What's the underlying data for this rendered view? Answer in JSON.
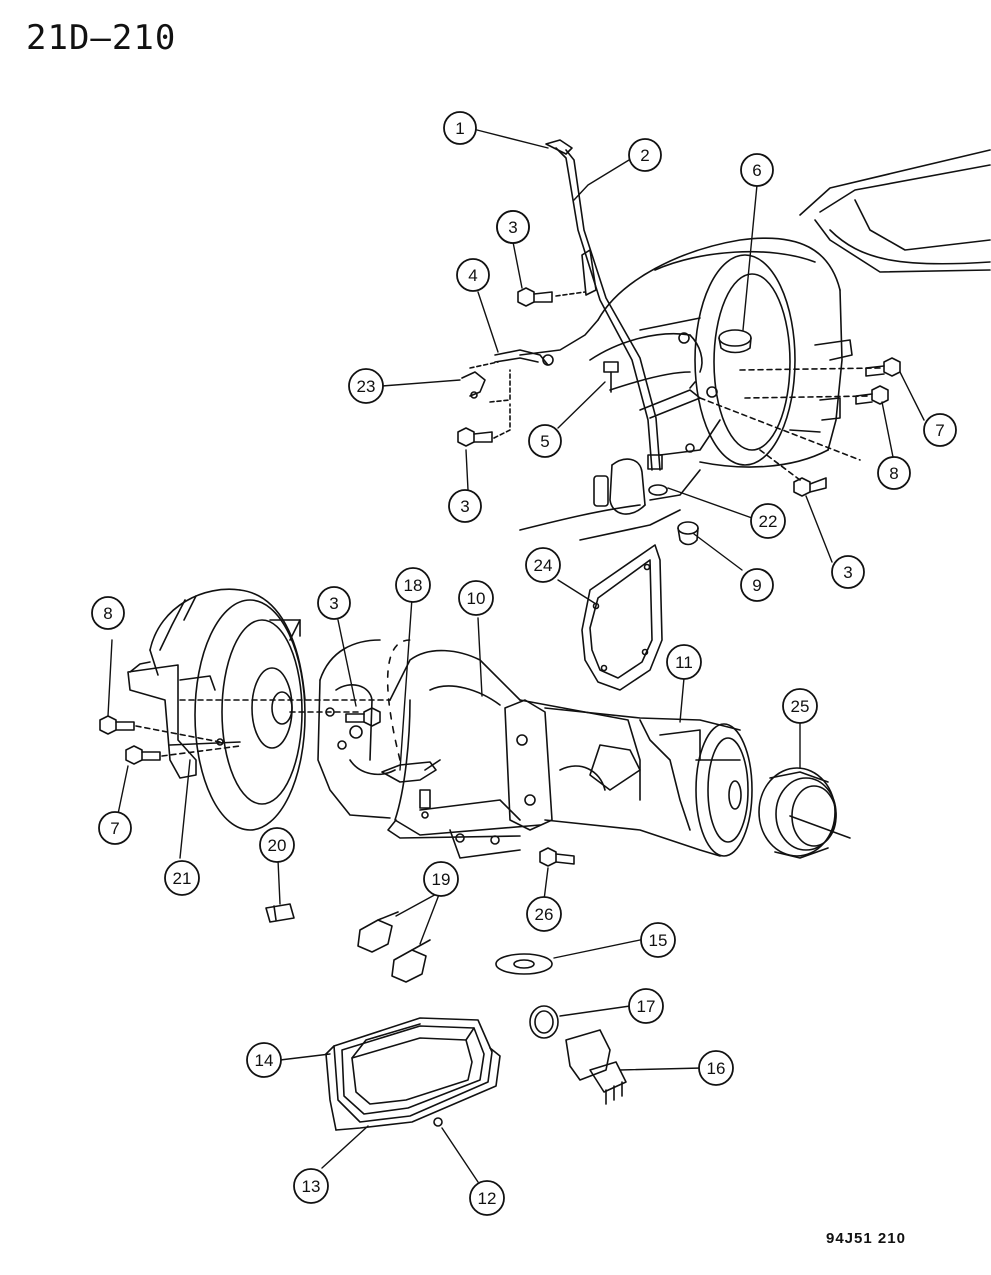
{
  "header": {
    "page_id": "21D–210"
  },
  "footer": {
    "figure_code": "94J51 210"
  },
  "callouts": [
    {
      "num": "1"
    },
    {
      "num": "2"
    },
    {
      "num": "3"
    },
    {
      "num": "6"
    },
    {
      "num": "3"
    },
    {
      "num": "4"
    },
    {
      "num": "23"
    },
    {
      "num": "5"
    },
    {
      "num": "7"
    },
    {
      "num": "8"
    },
    {
      "num": "3"
    },
    {
      "num": "22"
    },
    {
      "num": "9"
    },
    {
      "num": "3"
    },
    {
      "num": "24"
    },
    {
      "num": "8"
    },
    {
      "num": "3"
    },
    {
      "num": "18"
    },
    {
      "num": "10"
    },
    {
      "num": "11"
    },
    {
      "num": "25"
    },
    {
      "num": "7"
    },
    {
      "num": "21"
    },
    {
      "num": "20"
    },
    {
      "num": "19"
    },
    {
      "num": "26"
    },
    {
      "num": "15"
    },
    {
      "num": "17"
    },
    {
      "num": "14"
    },
    {
      "num": "16"
    },
    {
      "num": "13"
    },
    {
      "num": "12"
    }
  ]
}
